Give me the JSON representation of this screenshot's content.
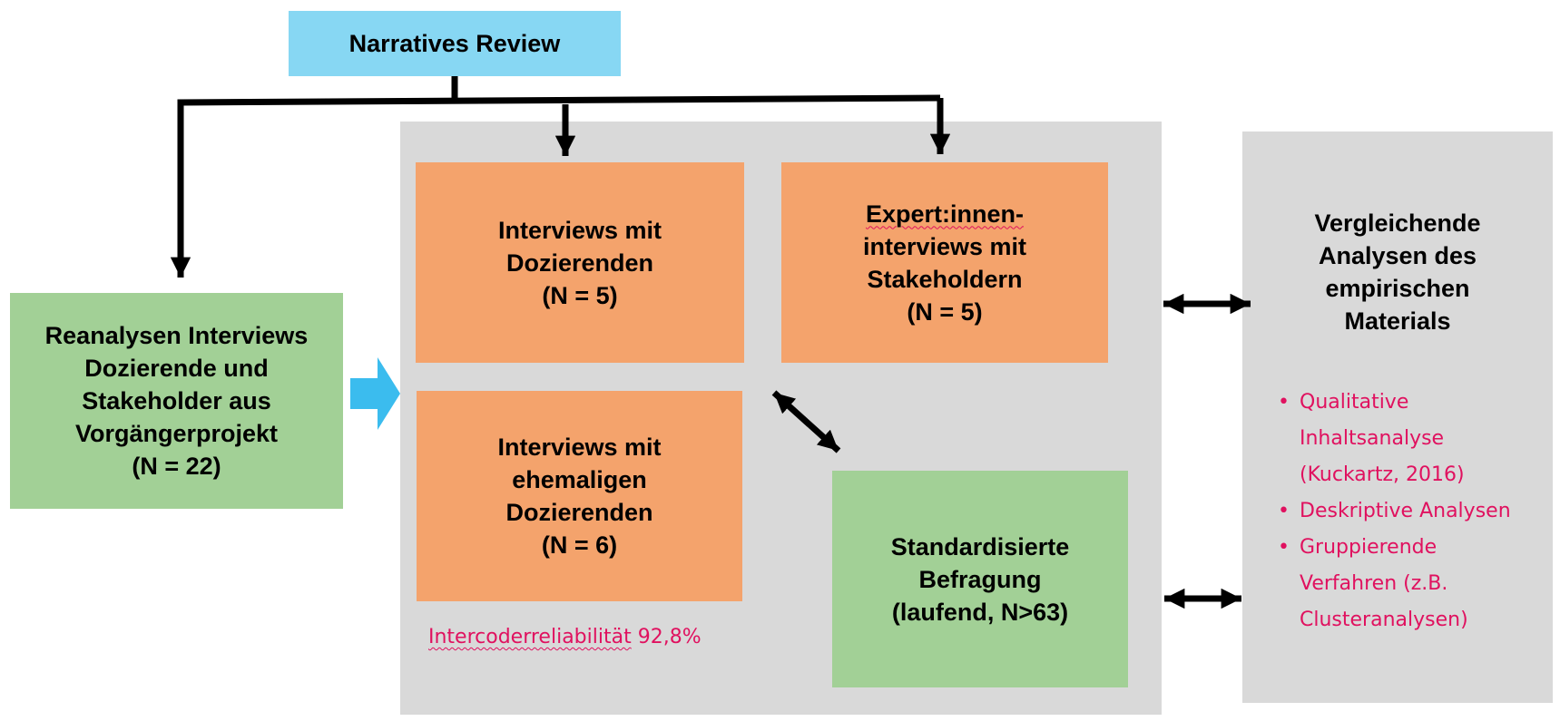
{
  "colors": {
    "review_fill": "#87d7f3",
    "panel_gray": "#d9d9d9",
    "green_fill": "#a2d096",
    "orange_fill": "#f4a36c",
    "accent_pink": "#e0115f",
    "arrow_blue": "#3bbcee",
    "arrow_black": "#000000"
  },
  "review": {
    "title": "Narratives Review"
  },
  "reanalysen": {
    "lines": [
      "Reanalysen Interviews",
      "Dozierende und",
      "Stakeholder aus",
      "Vorgängerprojekt",
      "(N = 22)"
    ]
  },
  "dozierende": {
    "lines": [
      "Interviews mit",
      "Dozierenden",
      "(N = 5)"
    ]
  },
  "expert": {
    "lines": [
      "Expert:innen-",
      "interviews mit",
      "Stakeholdern",
      "(N = 5)"
    ]
  },
  "ehemalige": {
    "lines": [
      "Interviews mit",
      "ehemaligen",
      "Dozierenden",
      "(N = 6)"
    ]
  },
  "befragung": {
    "lines": [
      "Standardisierte",
      "Befragung",
      "(laufend, N>63)"
    ]
  },
  "vergleich": {
    "lines": [
      "Vergleichende",
      "Analysen des",
      "empirischen",
      "Materials"
    ]
  },
  "methods": [
    "Qualitative",
    "Inhaltsanalyse",
    "(Kuckartz, 2016)",
    "Deskriptive Analysen",
    "Gruppierende",
    "Verfahren (z.B.",
    "Clusteranalysen)"
  ],
  "reliability": {
    "label": "Intercoderreliabilität",
    "value": "92,8%"
  }
}
